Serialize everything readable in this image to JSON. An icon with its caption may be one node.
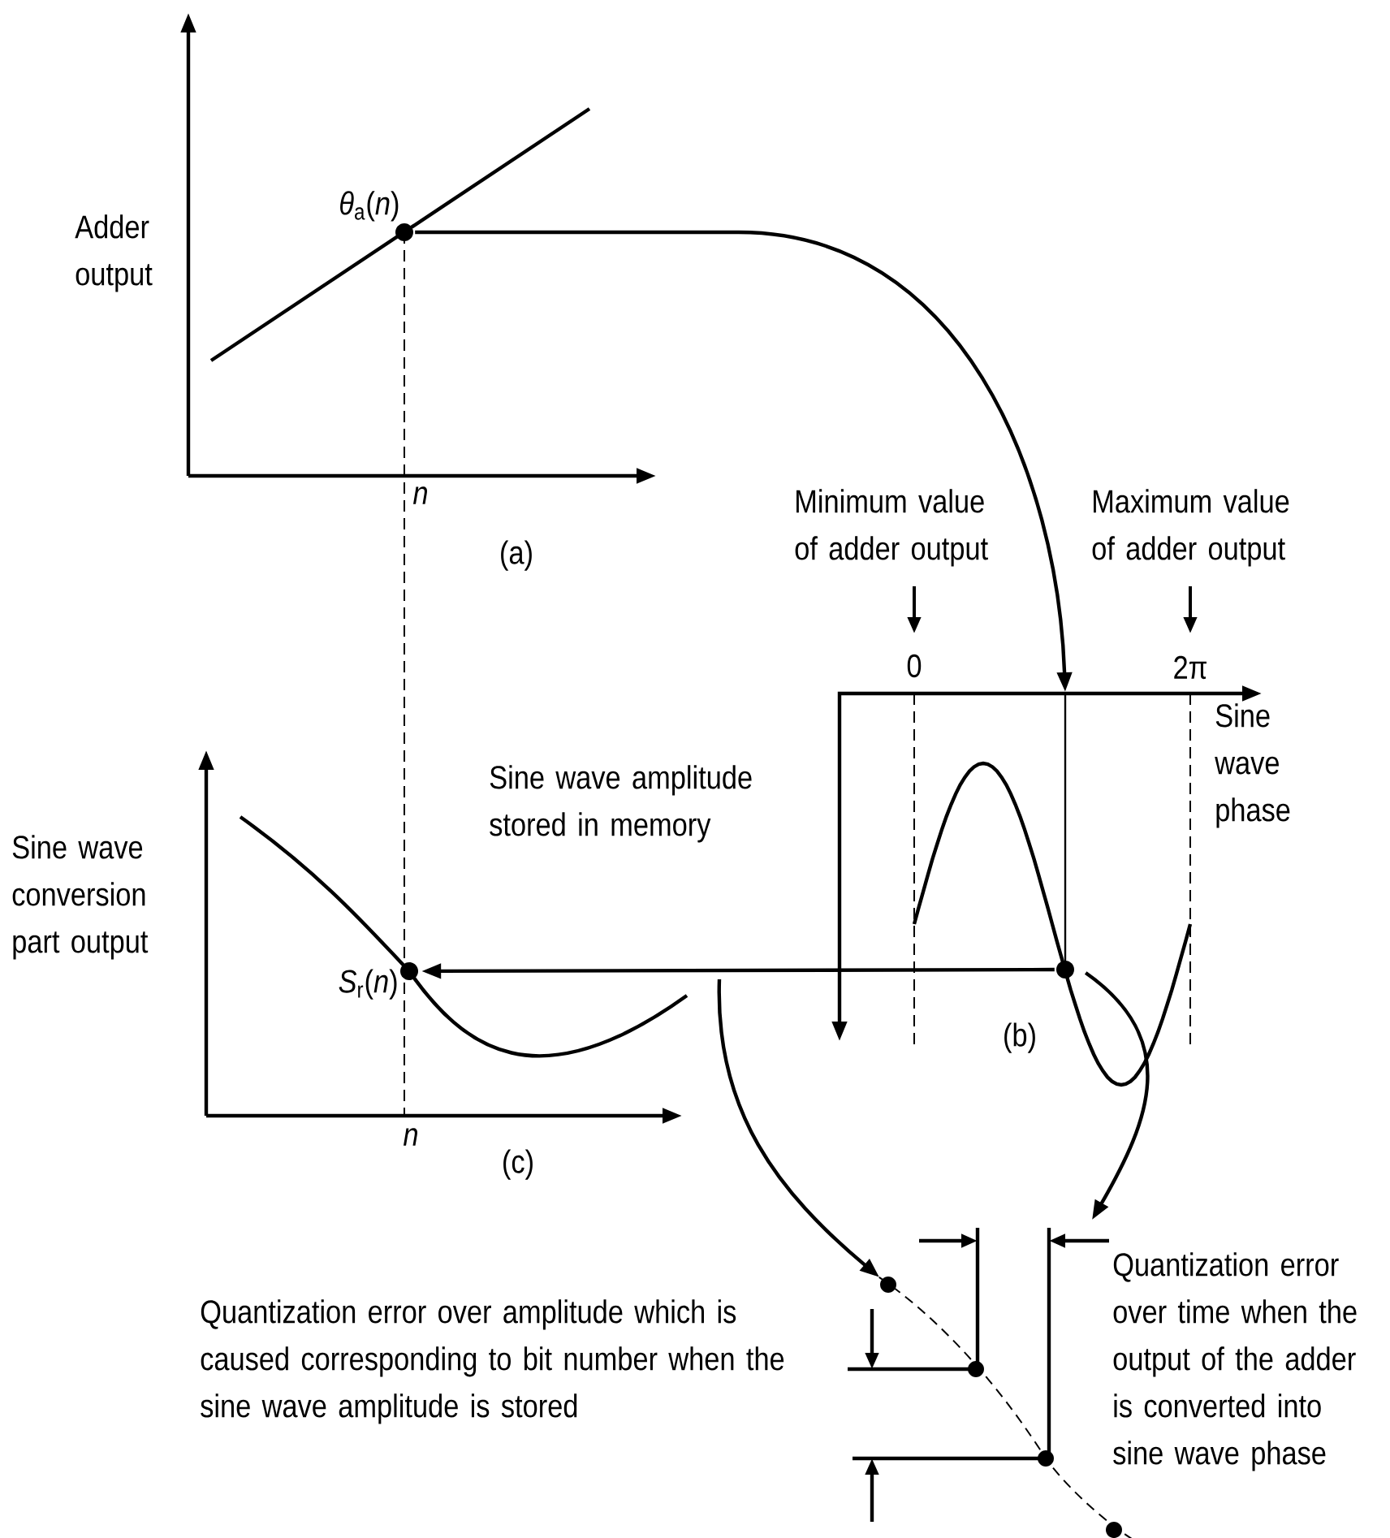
{
  "diagram": {
    "nodes": [
      {
        "text": [
          "*θ*$_{a}$(*n*)"
        ]
      },
      {
        "text": [],
        "shape": "circle"
      },
      {
        "text": [
          "*S*$_{r}$(*n*)"
        ]
      },
      {
        "text": [],
        "shape": "circle"
      },
      {
        "text": [],
        "shape": "circle"
      },
      {
        "text": [],
        "shape": "circle"
      },
      {
        "text": [],
        "shape": "circle"
      }
    ],
    "edges": [
      {
        "from": 0,
        "to": 1,
        "arrow": "to"
      },
      {
        "from": 1,
        "to": 2,
        "arrow": "to"
      },
      {
        "from": null,
        "to": 3,
        "arrow": "to"
      },
      {
        "from": 1,
        "to": null,
        "arrow": "to"
      }
    ],
    "labels": [
      "Adder output",
      "n",
      "(a)",
      "Minimum value of adder output",
      "Maximum value of adder output",
      "0",
      "2π",
      "Sine wave phase",
      "Sine wave amplitude stored in memory",
      "(b)",
      "Sine wave conversion part output",
      "n",
      "(c)",
      "Quantization error over amplitude which is caused corresponding to bit number when the sine wave amplitude is stored",
      "Quantization error over time when the output of the adder is converted into sine wave phase"
    ]
  }
}
